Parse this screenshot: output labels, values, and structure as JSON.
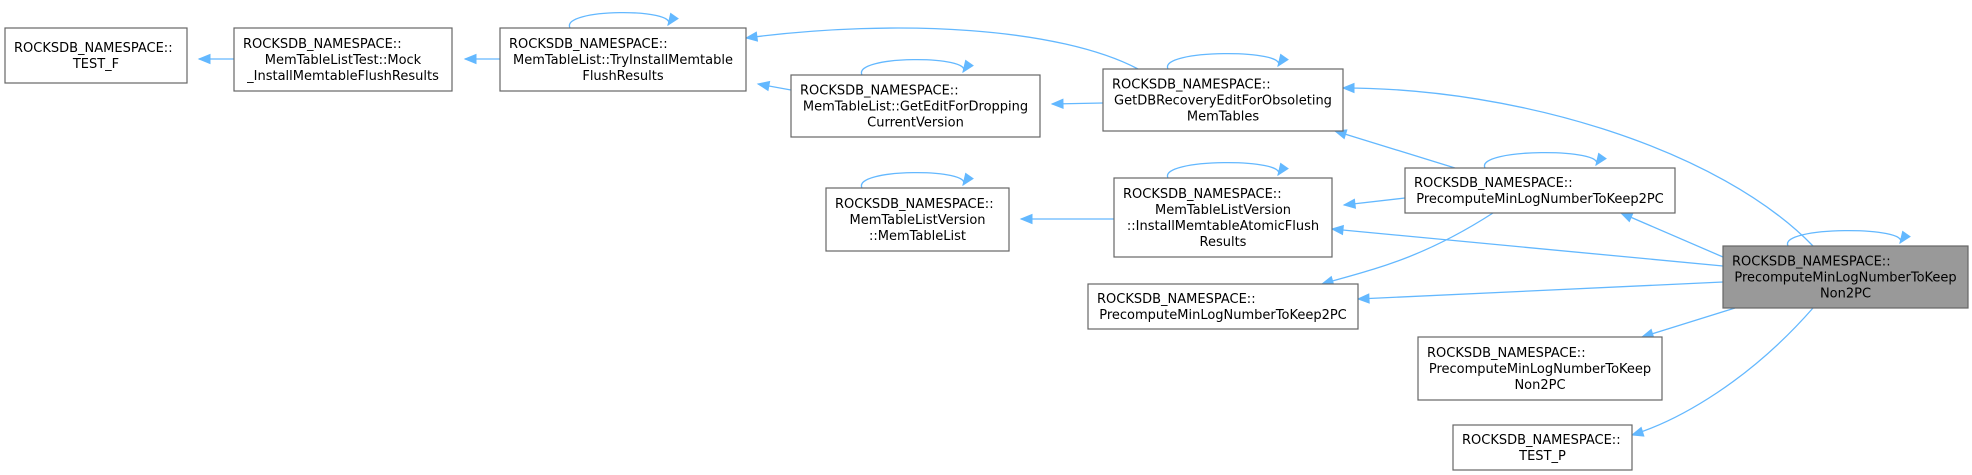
{
  "diagram": {
    "nodes": [
      {
        "id": "test_f",
        "lines": [
          "ROCKSDB_NAMESPACE::",
          "TEST_F"
        ]
      },
      {
        "id": "mock_install",
        "lines": [
          "ROCKSDB_NAMESPACE::",
          "MemTableListTest::Mock",
          "_InstallMemtableFlushResults"
        ]
      },
      {
        "id": "try_install",
        "lines": [
          "ROCKSDB_NAMESPACE::",
          "MemTableList::TryInstallMemtable",
          "FlushResults"
        ]
      },
      {
        "id": "get_edit",
        "lines": [
          "ROCKSDB_NAMESPACE::",
          "MemTableList::GetEditForDropping",
          "CurrentVersion"
        ]
      },
      {
        "id": "get_db_recovery",
        "lines": [
          "ROCKSDB_NAMESPACE::",
          "GetDBRecoveryEditForObsoleting",
          "MemTables"
        ]
      },
      {
        "id": "memtablelistversion",
        "lines": [
          "ROCKSDB_NAMESPACE::",
          "MemTableListVersion",
          "::MemTableList"
        ]
      },
      {
        "id": "install_atomic",
        "lines": [
          "ROCKSDB_NAMESPACE::",
          "MemTableListVersion",
          "::InstallMemtableAtomicFlush",
          "Results"
        ]
      },
      {
        "id": "precompute_2pc_a",
        "lines": [
          "ROCKSDB_NAMESPACE::",
          "PrecomputeMinLogNumberToKeep2PC"
        ]
      },
      {
        "id": "precompute_2pc_b",
        "lines": [
          "ROCKSDB_NAMESPACE::",
          "PrecomputeMinLogNumberToKeep2PC"
        ]
      },
      {
        "id": "precompute_non2pc_other",
        "lines": [
          "ROCKSDB_NAMESPACE::",
          "PrecomputeMinLogNumberToKeep",
          "Non2PC"
        ]
      },
      {
        "id": "test_p",
        "lines": [
          "ROCKSDB_NAMESPACE::",
          "TEST_P"
        ]
      },
      {
        "id": "focus",
        "lines": [
          "ROCKSDB_NAMESPACE::",
          "PrecomputeMinLogNumberToKeep",
          "Non2PC"
        ],
        "highlighted": true
      }
    ],
    "edges": [
      {
        "from": "mock_install",
        "to": "test_f"
      },
      {
        "from": "try_install",
        "to": "mock_install"
      },
      {
        "from": "try_install",
        "to": "try_install"
      },
      {
        "from": "get_db_recovery",
        "to": "try_install"
      },
      {
        "from": "get_edit",
        "to": "try_install"
      },
      {
        "from": "get_edit",
        "to": "get_edit"
      },
      {
        "from": "get_db_recovery",
        "to": "get_edit"
      },
      {
        "from": "get_db_recovery",
        "to": "get_db_recovery"
      },
      {
        "from": "precompute_2pc_a",
        "to": "get_db_recovery"
      },
      {
        "from": "precompute_2pc_a",
        "to": "precompute_2pc_a"
      },
      {
        "from": "precompute_2pc_a",
        "to": "install_atomic"
      },
      {
        "from": "install_atomic",
        "to": "install_atomic"
      },
      {
        "from": "install_atomic",
        "to": "memtablelistversion"
      },
      {
        "from": "memtablelistversion",
        "to": "memtablelistversion"
      },
      {
        "from": "focus",
        "to": "get_db_recovery"
      },
      {
        "from": "focus",
        "to": "precompute_2pc_a"
      },
      {
        "from": "focus",
        "to": "install_atomic"
      },
      {
        "from": "focus",
        "to": "precompute_2pc_b"
      },
      {
        "from": "focus",
        "to": "precompute_non2pc_other"
      },
      {
        "from": "focus",
        "to": "test_p"
      },
      {
        "from": "focus",
        "to": "focus"
      },
      {
        "from": "precompute_2pc_a",
        "to": "precompute_2pc_b"
      }
    ]
  },
  "colors": {
    "edge": "#63b8ff",
    "node_border": "#666666",
    "node_fill": "#ffffff",
    "highlight_fill": "#999999"
  }
}
